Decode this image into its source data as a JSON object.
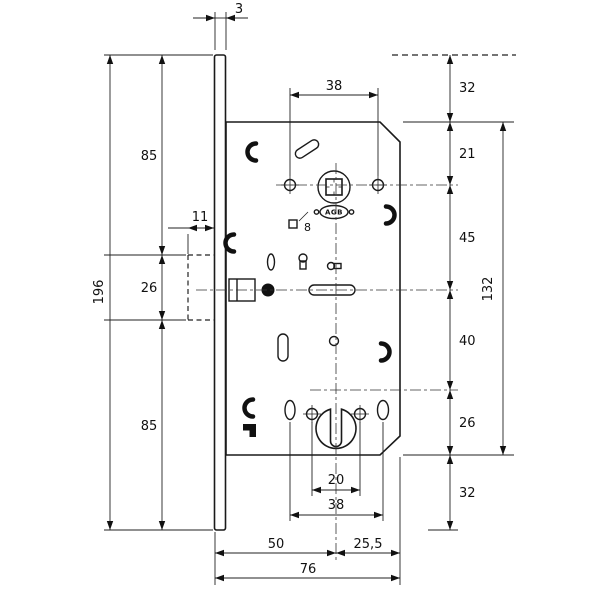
{
  "brand": "AGB",
  "dims": {
    "faceplate_thickness": "3",
    "handle_spacing_top": "38",
    "right_chain": [
      "32",
      "21",
      "45",
      "40",
      "26",
      "32"
    ],
    "right_span": "132",
    "left_chain": [
      "85",
      "26",
      "85"
    ],
    "left_span": "196",
    "strike_offset": "11",
    "follower_square": "8",
    "cyl_screw_spacing": "20",
    "bottom_spacing": "38",
    "backset": "50",
    "cyl_edge": "25,5",
    "depth_total": "76"
  }
}
